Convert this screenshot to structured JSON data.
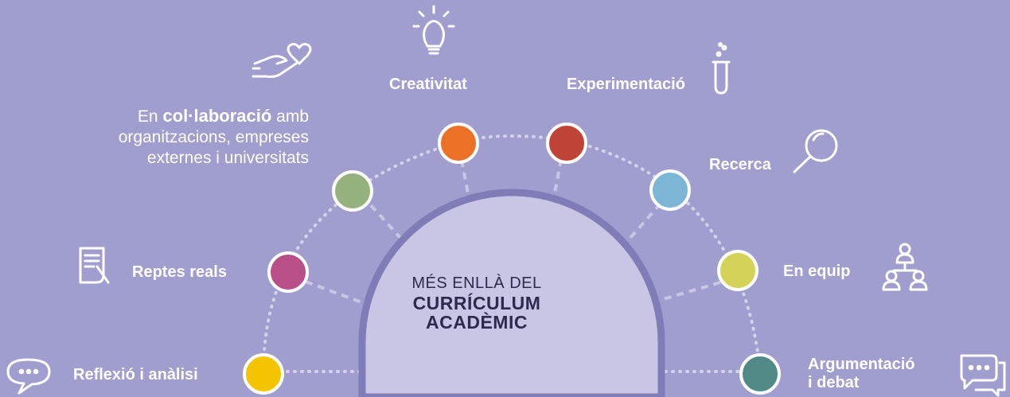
{
  "center": {
    "line1": "MÉS ENLLÀ DEL",
    "line2": "CURRÍCULUM",
    "line3": "ACADÈMIC"
  },
  "collaboration": {
    "prefix": "En ",
    "bold": "col·laboració",
    "suffix": " amb",
    "line2": "organitzacions, empreses",
    "line3": "externes i universitats"
  },
  "nodes": [
    {
      "label": "Reflexió i anàlisi",
      "color": "#f5c400",
      "icon": "speech-bubble-icon"
    },
    {
      "label": "Reptes reals",
      "color": "#b94f87",
      "icon": "document-icon"
    },
    {
      "label": "",
      "color": "#95b17d",
      "icon": "hand-heart-icon"
    },
    {
      "label": "Creativitat",
      "color": "#ec7126",
      "icon": "lightbulb-icon"
    },
    {
      "label": "Experimentació",
      "color": "#bf4336",
      "icon": "test-tube-icon"
    },
    {
      "label": "Recerca",
      "color": "#7db6d4",
      "icon": "magnifier-icon"
    },
    {
      "label": "En equip",
      "color": "#d3d35a",
      "icon": "team-icon"
    },
    {
      "label": "Argumentació i debat",
      "color": "#4f8a86",
      "icon": "chat-bubbles-icon"
    }
  ],
  "colors": {
    "background": "#a09ecf",
    "dome": "#c8c6e4",
    "dome_border": "#7f7cb8",
    "connector": "#d4d2ea"
  }
}
